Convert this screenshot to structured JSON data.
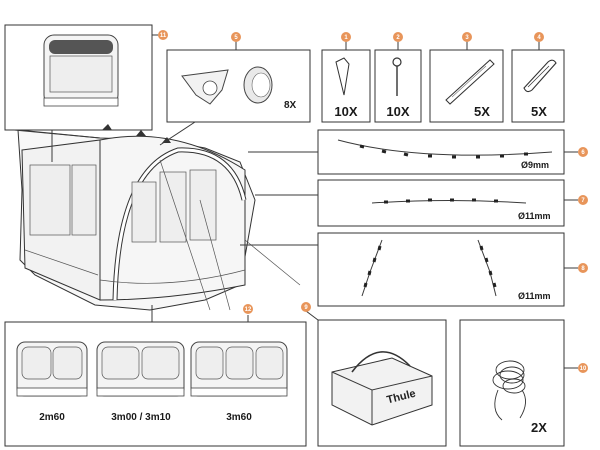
{
  "accent_color": "#E8955A",
  "callouts": {
    "c1": "1",
    "c2": "2",
    "c3": "3",
    "c4": "4",
    "c5": "5",
    "c6": "6",
    "c7": "7",
    "c8": "8",
    "c9": "9",
    "c10": "10",
    "c11": "11",
    "c12": "12"
  },
  "quantities": {
    "pegs": "10X",
    "hooks": "10X",
    "clips_group": "8X",
    "straps": "5X",
    "bands": "5X",
    "guy_ropes": "2X"
  },
  "diameters": {
    "pole_6": "Ø9mm",
    "pole_7": "Ø11mm",
    "pole_8": "Ø11mm"
  },
  "sizes": {
    "left": "2m60",
    "middle": "3m00 / 3m10",
    "right": "3m60"
  },
  "brand": "Thule"
}
